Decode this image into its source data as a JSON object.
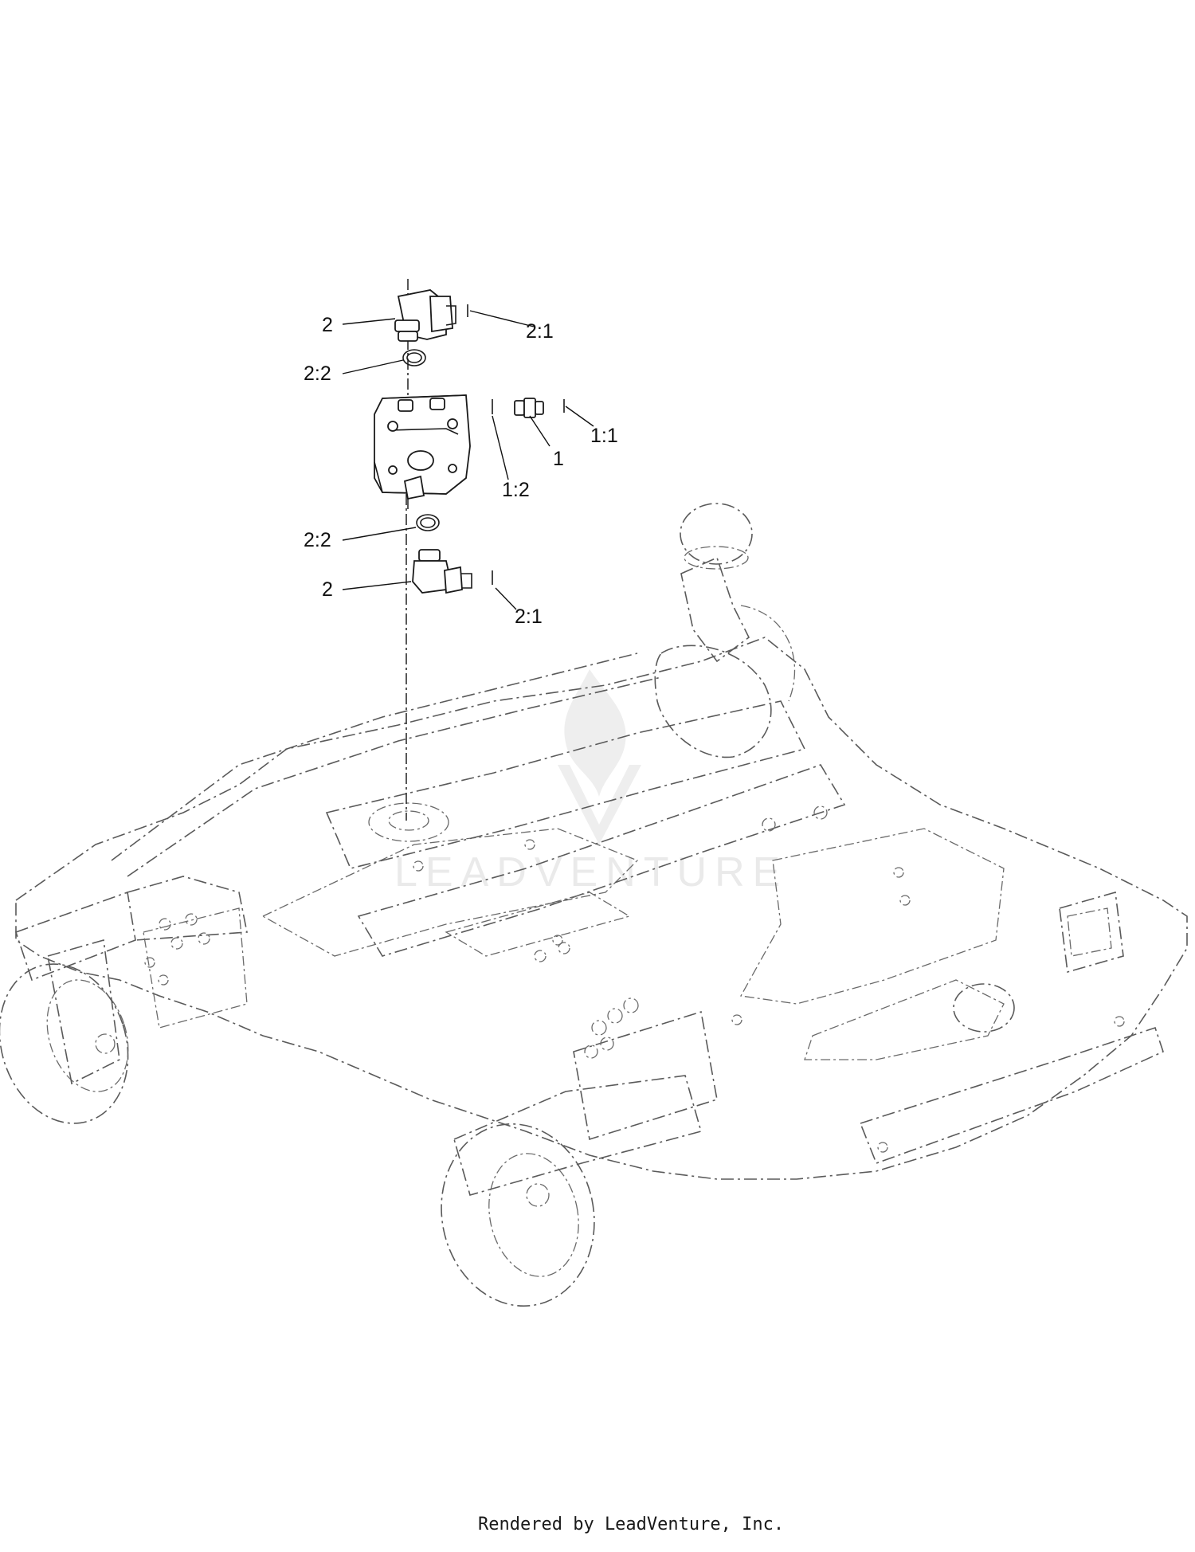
{
  "callouts": {
    "c1": "2",
    "c2": "2:1",
    "c3": "2:2",
    "c4": "1:1",
    "c5": "1",
    "c6": "1:2",
    "c7": "2:2",
    "c8": "2",
    "c9": "2:1"
  },
  "watermark": {
    "text": "LEADVENTURE"
  },
  "footer": {
    "text": "Rendered by LeadVenture, Inc."
  }
}
